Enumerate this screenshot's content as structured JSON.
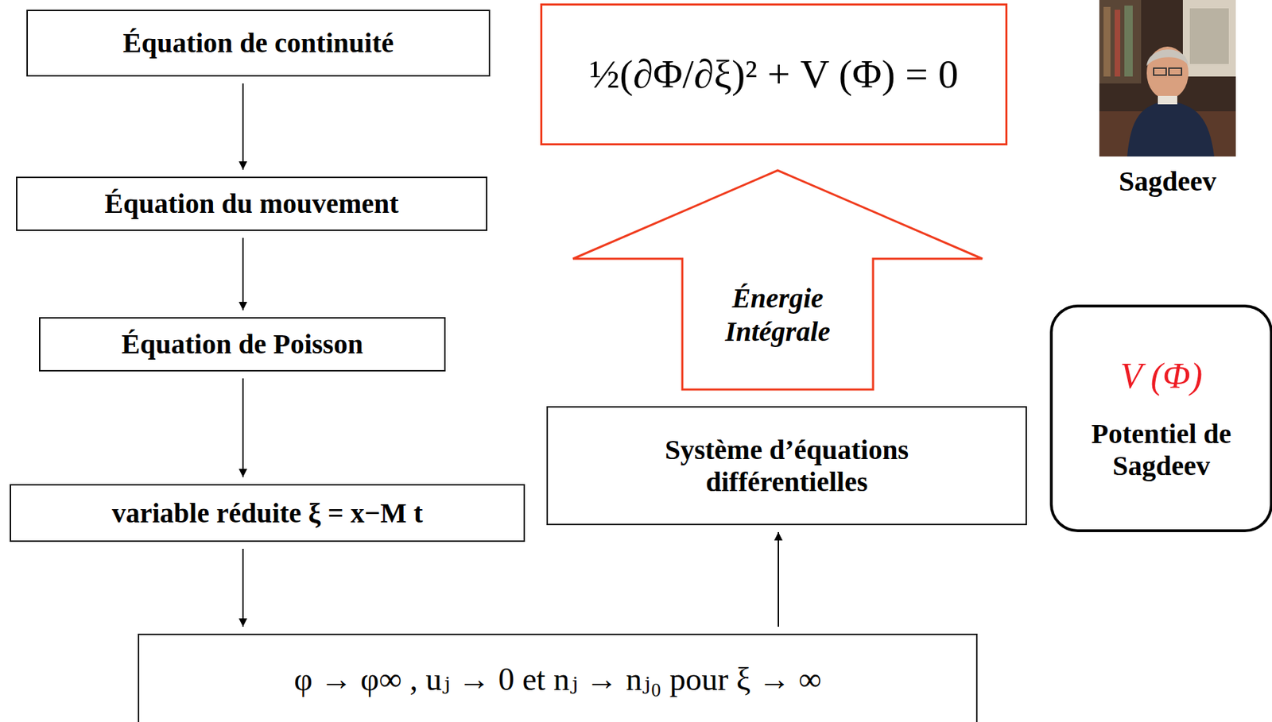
{
  "diagram": {
    "nodes": [
      {
        "text": [
          "Équation de continuité"
        ]
      },
      {
        "text": [
          "Équation du mouvement"
        ]
      },
      {
        "text": [
          "Équation de Poisson"
        ]
      },
      {
        "text": [
          "variable réduite ξ = x−M t"
        ]
      },
      {
        "text": [
          "φ → φ∞ , uⱼ → 0 et nⱼ → nⱼ₀ pour ξ → ∞"
        ]
      },
      {
        "text": [
          "Système d’équations différentielles"
        ]
      },
      {
        "text": [
          "½(∂Φ/∂ξ)² + V (Φ) = 0"
        ]
      },
      {
        "text": [
          "V (Φ)",
          "Potentiel de Sagdeev"
        ]
      }
    ],
    "edges": [
      {
        "from": 0,
        "to": 1,
        "arrow": "to"
      },
      {
        "from": 1,
        "to": 2,
        "arrow": "to"
      },
      {
        "from": 2,
        "to": 3,
        "arrow": "to"
      },
      {
        "from": 3,
        "to": 4,
        "arrow": "to"
      },
      {
        "from": 4,
        "to": 5,
        "arrow": "to"
      },
      {
        "from": 5,
        "to": 6,
        "label": "Énergie Intégrale",
        "arrow": "to"
      }
    ],
    "labels": [
      "Sagdeev"
    ]
  }
}
